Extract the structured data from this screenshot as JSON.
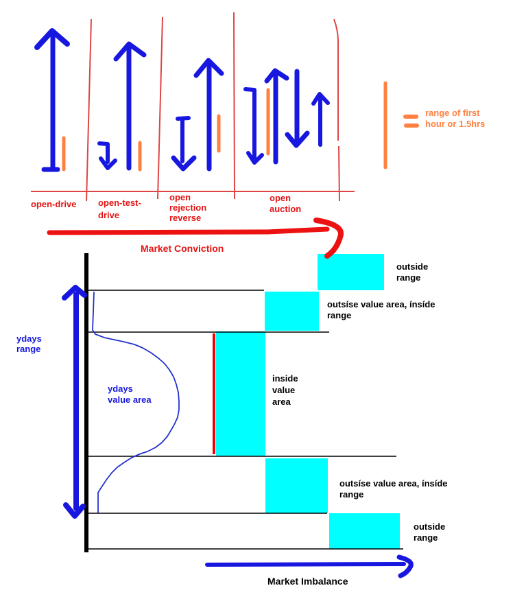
{
  "diagram_title_hint": "market profile opening types and value area diagram",
  "top_section": {
    "panel_labels": [
      {
        "lines": [
          "open-drive"
        ]
      },
      {
        "lines": [
          "open-test-",
          "drive"
        ]
      },
      {
        "lines": [
          "open",
          "rejection",
          "reverse"
        ]
      },
      {
        "lines": [
          "open",
          "auction"
        ]
      }
    ],
    "legend": {
      "lines": [
        "range of first",
        "hour or 1.5hrs"
      ]
    },
    "axis_label": "Market Conviction"
  },
  "bottom_section": {
    "ydays_range_label": {
      "lines": [
        "ydays",
        "range"
      ]
    },
    "ydays_value_area_label": {
      "lines": [
        "ydays",
        "value area"
      ]
    },
    "zones": [
      {
        "lines": [
          "outside",
          "range"
        ]
      },
      {
        "lines": [
          "outsíse value area, ínsíde",
          "range"
        ]
      },
      {
        "lines": [
          "inside",
          "value",
          "area"
        ]
      },
      {
        "lines": [
          "outsíse value area, ínsíde",
          "range"
        ]
      },
      {
        "lines": [
          "outside",
          "range"
        ]
      }
    ],
    "axis_label": "Market Imbalance"
  },
  "colors": {
    "arrow_blue": "#1717e0",
    "profile_blue": "#2233cc",
    "text_blue": "#1717dd",
    "marker_orange": "#ff8040",
    "text_red": "#e41414",
    "separator_red": "#e04545",
    "value_area_red_line": "#f40000",
    "zone_cyan": "#00ffff",
    "axis_black": "#000000"
  }
}
